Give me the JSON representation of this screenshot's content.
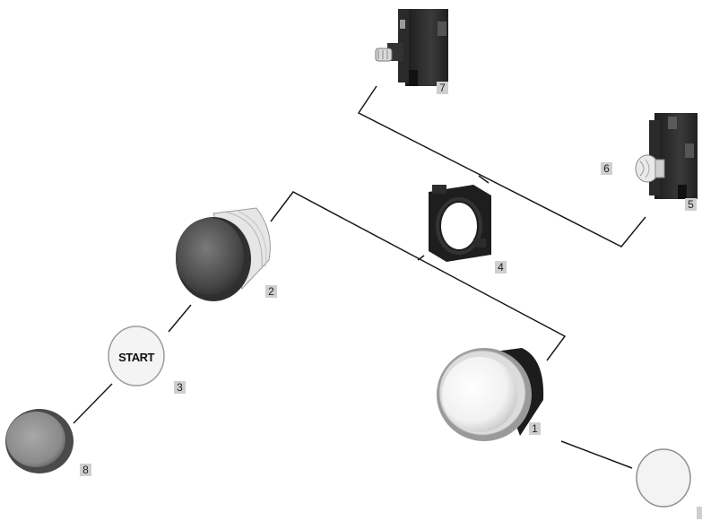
{
  "components": {
    "c1": {
      "number": "1"
    },
    "c2": {
      "number": "2"
    },
    "c3": {
      "number": "3",
      "text": "START"
    },
    "c4": {
      "number": "4"
    },
    "c5": {
      "number": "5"
    },
    "c6": {
      "number": "6"
    },
    "c7": {
      "number": "7"
    },
    "c8": {
      "number": "8"
    }
  }
}
